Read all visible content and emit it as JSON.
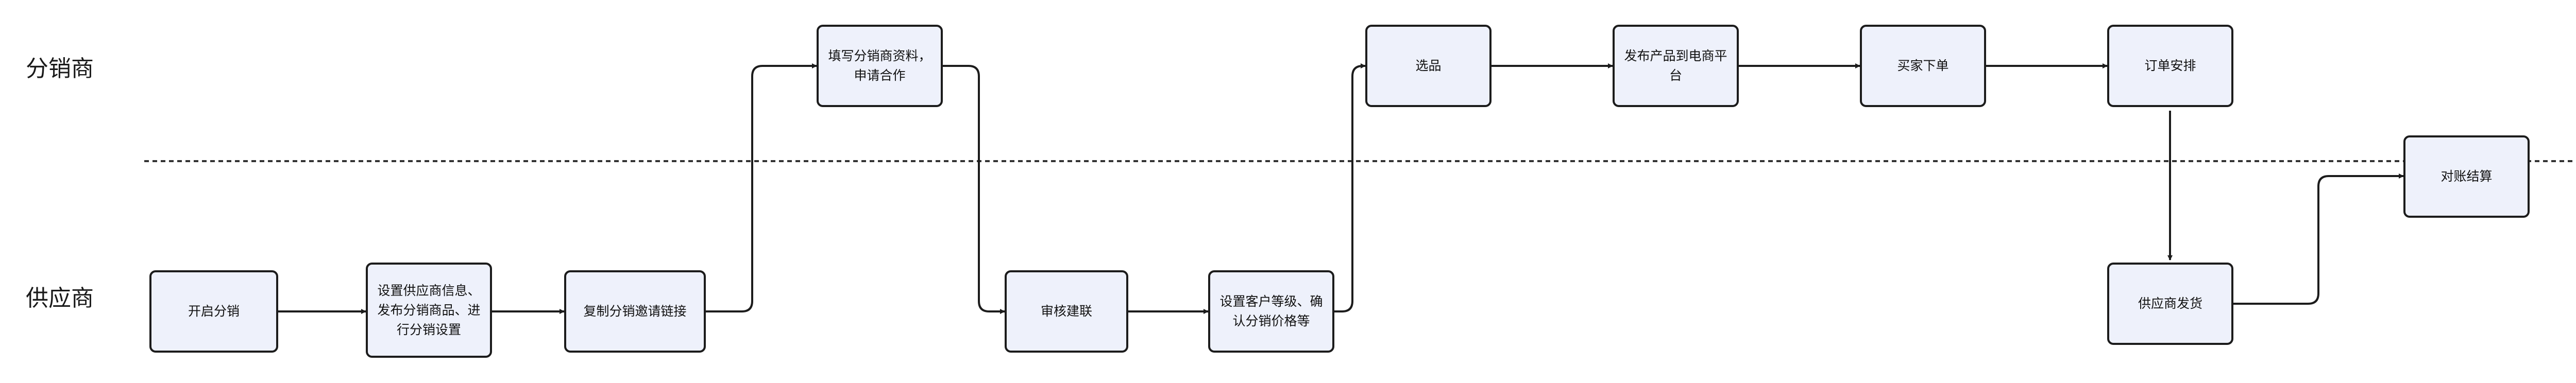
{
  "lanes": {
    "distributor": "分销商",
    "supplier": "供应商"
  },
  "nodes": {
    "open_distribution": "开启分销",
    "set_supplier_info": "设置供应商信息、发布分销商品、进行分销设置",
    "copy_invite_link": "复制分销邀请链接",
    "fill_distributor_info": "填写分销商资料，申请合作",
    "review_link": "审核建联",
    "set_customer_level": "设置客户等级、确认分销价格等",
    "select_products": "选品",
    "publish_to_ecommerce": "发布产品到电商平台",
    "buyer_order": "买家下单",
    "order_arrange": "订单安排",
    "supplier_ship": "供应商发货",
    "reconcile": "对账结算"
  }
}
